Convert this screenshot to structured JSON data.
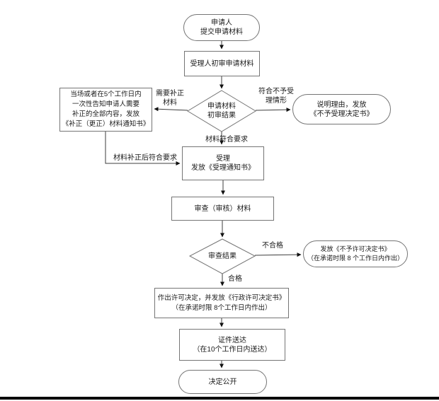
{
  "page": {
    "background": "#ffffff",
    "line_color": "#3d3d3d",
    "shape_border_color": "#757575",
    "text_color": "#1a1a1a",
    "bottom_bar_color": "#000000"
  },
  "flowchart": {
    "nodes": {
      "start": {
        "shape": "stadium",
        "label": "申请人\n提交申请材料"
      },
      "initial_review": {
        "shape": "rect",
        "label": "受理人初审申请材料"
      },
      "initial_result": {
        "shape": "diamond",
        "label": "申请材料\n初审结果"
      },
      "supplement_notice": {
        "shape": "rect",
        "label": "当场或者在5个工作日内\n一次性告知申请人需要\n补正的全部内容，发放\n《补正（更正）材料通知书》"
      },
      "not_accept": {
        "shape": "stadium",
        "label": "说明理由，发放\n《不予受理决定书》"
      },
      "accept": {
        "shape": "rect",
        "label": "受理\n发放《受理通知书》"
      },
      "examine": {
        "shape": "rect",
        "label": "审查（审核）材料"
      },
      "review_result": {
        "shape": "diamond",
        "label": "审查结果"
      },
      "deny": {
        "shape": "stadium",
        "label": "发放《不予许可决定书》\n（在承诺时限 8 个工作日内作出）"
      },
      "decision": {
        "shape": "rect",
        "label": "作出许可决定，并发放《行政许可决定书》\n（在承诺时限 8个工作日内作出）"
      },
      "delivery": {
        "shape": "rect",
        "label": "证件送达\n（在10个工作日内送达）"
      },
      "publish": {
        "shape": "stadium",
        "label": "决定公开"
      }
    },
    "edge_labels": {
      "need_supplement": "需要补正\n材料",
      "not_acceptable": "符合不予受\n理情形",
      "materials_ok": "材料符合要求",
      "supplemented_ok": "材料补正后符合要求",
      "unqualified": "不合格",
      "qualified": "合格"
    }
  }
}
